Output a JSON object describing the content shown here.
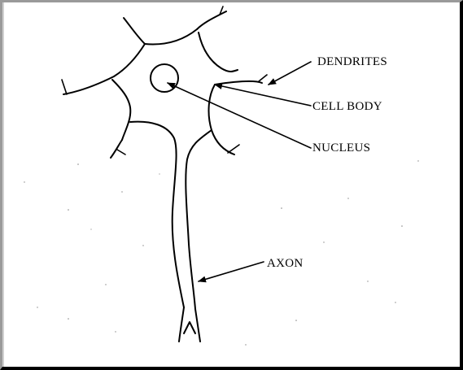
{
  "diagram": {
    "labels": {
      "dendrites": "DENDRITES",
      "cell_body": "CELL BODY",
      "nucleus": "NUCLEUS",
      "axon": "AXON"
    }
  }
}
